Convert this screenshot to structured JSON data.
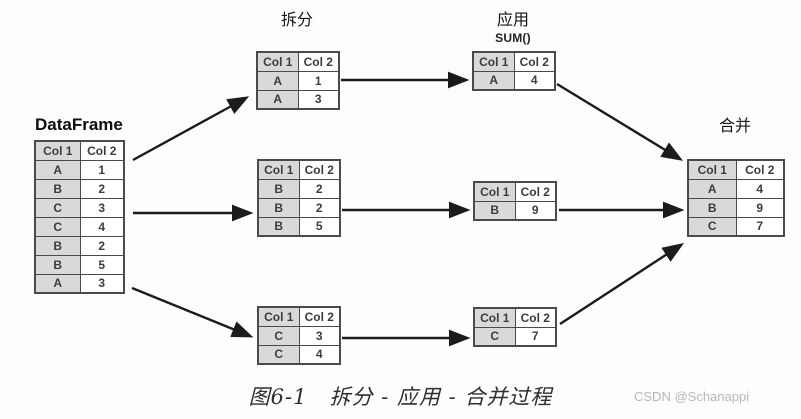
{
  "page": {
    "caption": "图6-1　拆分 - 应用 - 合并过程",
    "watermark": "CSDN @Schanappi"
  },
  "labels": {
    "dataframe_title": "DataFrame",
    "split": "拆分",
    "apply": "应用",
    "combine": "合并",
    "sum_function": "SUM()"
  },
  "tables": {
    "headers": [
      "Col 1",
      "Col 2"
    ],
    "dataframe": {
      "rows": [
        [
          "A",
          "1"
        ],
        [
          "B",
          "2"
        ],
        [
          "C",
          "3"
        ],
        [
          "C",
          "4"
        ],
        [
          "B",
          "2"
        ],
        [
          "B",
          "5"
        ],
        [
          "A",
          "3"
        ]
      ]
    },
    "split_a": {
      "rows": [
        [
          "A",
          "1"
        ],
        [
          "A",
          "3"
        ]
      ]
    },
    "split_b": {
      "rows": [
        [
          "B",
          "2"
        ],
        [
          "B",
          "2"
        ],
        [
          "B",
          "5"
        ]
      ]
    },
    "split_c": {
      "rows": [
        [
          "C",
          "3"
        ],
        [
          "C",
          "4"
        ]
      ]
    },
    "apply_a": {
      "rows": [
        [
          "A",
          "4"
        ]
      ]
    },
    "apply_b": {
      "rows": [
        [
          "B",
          "9"
        ]
      ]
    },
    "apply_c": {
      "rows": [
        [
          "C",
          "7"
        ]
      ]
    },
    "combine": {
      "rows": [
        [
          "A",
          "4"
        ],
        [
          "B",
          "9"
        ],
        [
          "C",
          "7"
        ]
      ]
    }
  },
  "colors": {
    "cell-gray": "#d9d9d9",
    "cell-white": "#ffffff",
    "border": "#4a4a4a",
    "text": "#3c3c3c",
    "arrow": "#1b1b1b",
    "watermark": "#b4b8bc"
  }
}
